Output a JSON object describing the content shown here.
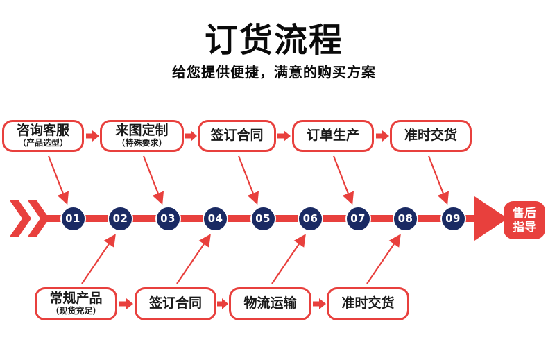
{
  "header": {
    "title": "订货流程",
    "subtitle": "给您提供便捷，满意的购买方案"
  },
  "colors": {
    "accent_red": "#e8403d",
    "step_navy": "#1a2a63",
    "text_black": "#0a0a0a",
    "white": "#ffffff"
  },
  "top_flow": {
    "boxes": [
      {
        "label": "咨询客服",
        "sublabel": "（产品选型）"
      },
      {
        "label": "来图定制",
        "sublabel": "（特殊要求）"
      },
      {
        "label": "签订合同"
      },
      {
        "label": "订单生产"
      },
      {
        "label": "准时交货"
      }
    ]
  },
  "bottom_flow": {
    "boxes": [
      {
        "label": "常规产品",
        "sublabel": "（现货充足）"
      },
      {
        "label": "签订合同"
      },
      {
        "label": "物流运输"
      },
      {
        "label": "准时交货"
      }
    ]
  },
  "timeline": {
    "steps": [
      "01",
      "02",
      "03",
      "04",
      "05",
      "06",
      "07",
      "08",
      "09"
    ],
    "end_label_line1": "售后",
    "end_label_line2": "指导"
  }
}
